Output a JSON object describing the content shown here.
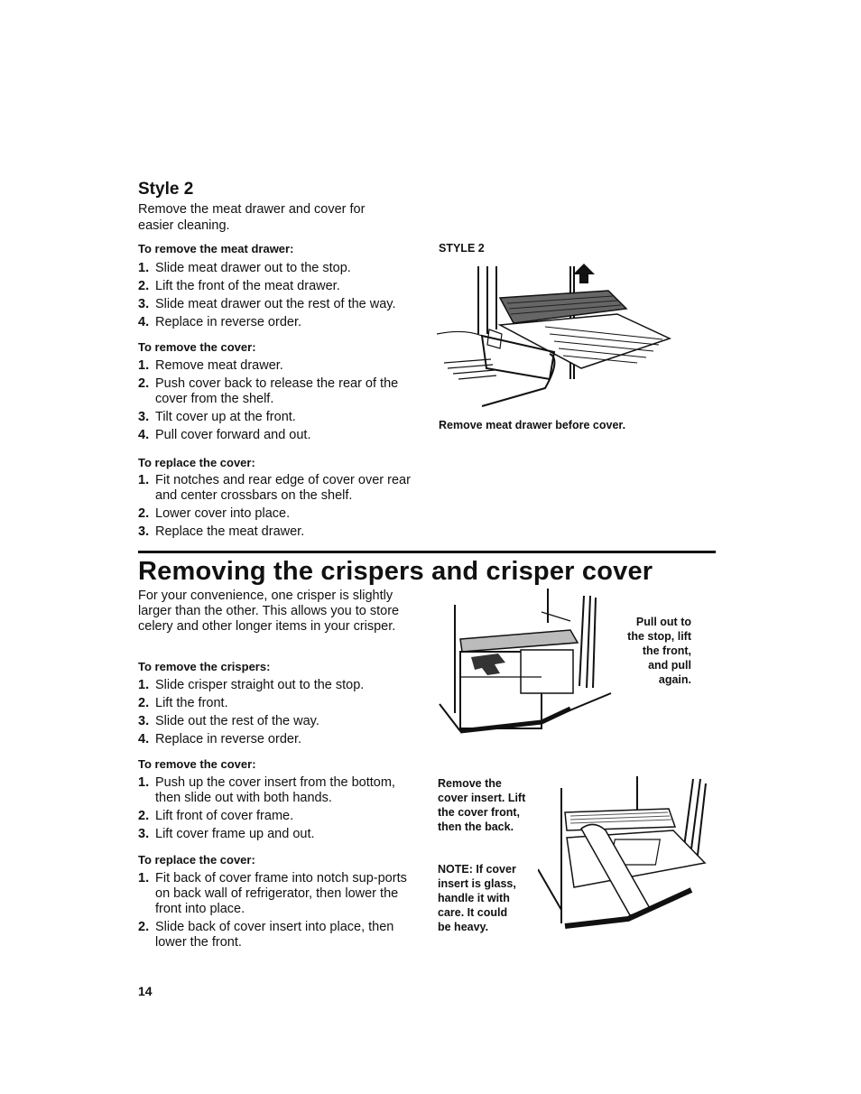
{
  "style2": {
    "title": "Style 2",
    "intro": "Remove the meat drawer and cover for easier cleaning.",
    "drawer": {
      "heading": "To remove the meat drawer:",
      "steps": [
        {
          "n": "1.",
          "text": "Slide meat drawer out to the stop."
        },
        {
          "n": "2.",
          "text": "Lift the front of the meat drawer."
        },
        {
          "n": "3.",
          "text": "Slide meat drawer out the rest of the way."
        },
        {
          "n": "4.",
          "text": "Replace in reverse order."
        }
      ]
    },
    "remove_cover": {
      "heading": "To remove the cover:",
      "steps": [
        {
          "n": "1.",
          "text": "Remove meat drawer."
        },
        {
          "n": "2.",
          "text": "Push cover back to release the rear of the cover from the shelf."
        },
        {
          "n": "3.",
          "text": "Tilt cover up at the front."
        },
        {
          "n": "4.",
          "text": "Pull cover forward and out."
        }
      ]
    },
    "replace_cover": {
      "heading": "To replace the cover:",
      "steps": [
        {
          "n": "1.",
          "text": "Fit notches and rear edge of cover over rear and center crossbars on the shelf."
        },
        {
          "n": "2.",
          "text": "Lower cover into place."
        },
        {
          "n": "3.",
          "text": "Replace the meat drawer."
        }
      ]
    },
    "figure_label": "STYLE 2",
    "figure_caption": "Remove meat drawer before cover."
  },
  "crispers": {
    "title": "Removing the crispers and crisper cover",
    "intro": "For your convenience, one crisper is slightly larger than the other. This allows you to store celery and other longer items in your crisper.",
    "remove_crispers": {
      "heading": "To remove the crispers:",
      "steps": [
        {
          "n": "1.",
          "text": "Slide crisper straight out to the stop."
        },
        {
          "n": "2.",
          "text": "Lift the front."
        },
        {
          "n": "3.",
          "text": "Slide out the rest of the way."
        },
        {
          "n": "4.",
          "text": "Replace in reverse order."
        }
      ]
    },
    "remove_cover": {
      "heading": "To remove the cover:",
      "steps": [
        {
          "n": "1.",
          "text": "Push up the cover insert from the bottom, then slide out with both hands."
        },
        {
          "n": "2.",
          "text": "Lift front of cover frame."
        },
        {
          "n": "3.",
          "text": "Lift cover frame up and out."
        }
      ]
    },
    "replace_cover": {
      "heading": "To replace the cover:",
      "steps": [
        {
          "n": "1.",
          "text": "Fit back of cover frame into notch sup-ports on back wall of refrigerator, then lower the front into place."
        },
        {
          "n": "2.",
          "text": "Slide back of cover insert into place, then lower the front."
        }
      ]
    },
    "caption_pull": "Pull out to the stop, lift the front, and pull again.",
    "caption_cover": "Remove the cover insert. Lift the cover front, then the back.",
    "note": "NOTE: If cover insert is glass, handle it with care. It could be heavy."
  },
  "page_number": "14"
}
